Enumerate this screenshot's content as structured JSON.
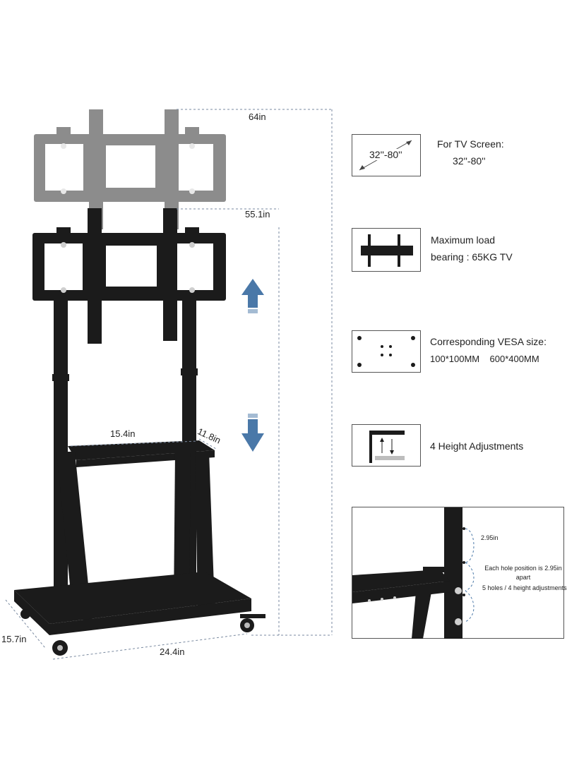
{
  "dimensions": {
    "height_total": "64in",
    "height_min": "55.1in",
    "shelf_width": "15.4in",
    "shelf_depth": "11.8in",
    "base_depth": "15.7in",
    "base_width": "24.4in"
  },
  "features": [
    {
      "icon": "diagonal-screen-icon",
      "icon_label": "32''-80''",
      "line1": "For TV Screen:",
      "line2": "32''-80''"
    },
    {
      "icon": "mount-bracket-icon",
      "line1": "Maximum load",
      "line2": "bearing : 65KG TV"
    },
    {
      "icon": "vesa-holes-icon",
      "line1": "Corresponding VESA size:",
      "line2": "100*100MM    600*400MM"
    },
    {
      "icon": "height-adjust-icon",
      "line1": "4 Height Adjustments"
    }
  ],
  "detail": {
    "spacing": "2.95in",
    "note_line1": "Each hole position is 2.95in",
    "note_line2": "apart",
    "note_line3": "5 holes / 4 height adjustments"
  },
  "colors": {
    "frame": "#1b1b1b",
    "bracket_raised": "#8c8c8c",
    "arrow_blue": "#4a78a8",
    "dim_line": "#7a8aa0"
  }
}
